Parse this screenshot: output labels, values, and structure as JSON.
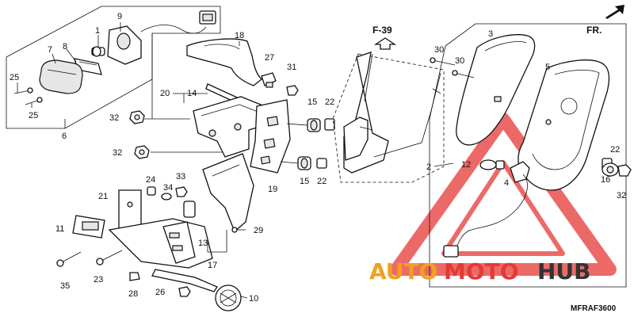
{
  "diagram": {
    "reference": "F-39",
    "direction_label": "FR.",
    "drawing_code": "MFRAF3600",
    "watermark": {
      "brand_auto": "AUTO",
      "brand_moto": "MOTO",
      "brand_hub": "HUB",
      "color_red": "#e53935",
      "color_orange": "#f0a020",
      "color_dark": "#333333"
    },
    "callouts": {
      "c1": "1",
      "c2": "2",
      "c3": "3",
      "c4": "4",
      "c5": "5",
      "c6": "6",
      "c7": "7",
      "c8": "8",
      "c9": "9",
      "c10": "10",
      "c11": "11",
      "c12": "12",
      "c13": "13",
      "c14": "14",
      "c15a": "15",
      "c15b": "15",
      "c16": "16",
      "c17": "17",
      "c18": "18",
      "c19": "19",
      "c20": "20",
      "c21": "21",
      "c22a": "22",
      "c22b": "22",
      "c22c": "22",
      "c23": "23",
      "c24": "24",
      "c25a": "25",
      "c25b": "25",
      "c26": "26",
      "c27": "27",
      "c28": "28",
      "c29": "29",
      "c30a": "30",
      "c30b": "30",
      "c31": "31",
      "c32a": "32",
      "c32b": "32",
      "c32c": "32",
      "c33": "33",
      "c34": "34",
      "c35": "35"
    }
  }
}
